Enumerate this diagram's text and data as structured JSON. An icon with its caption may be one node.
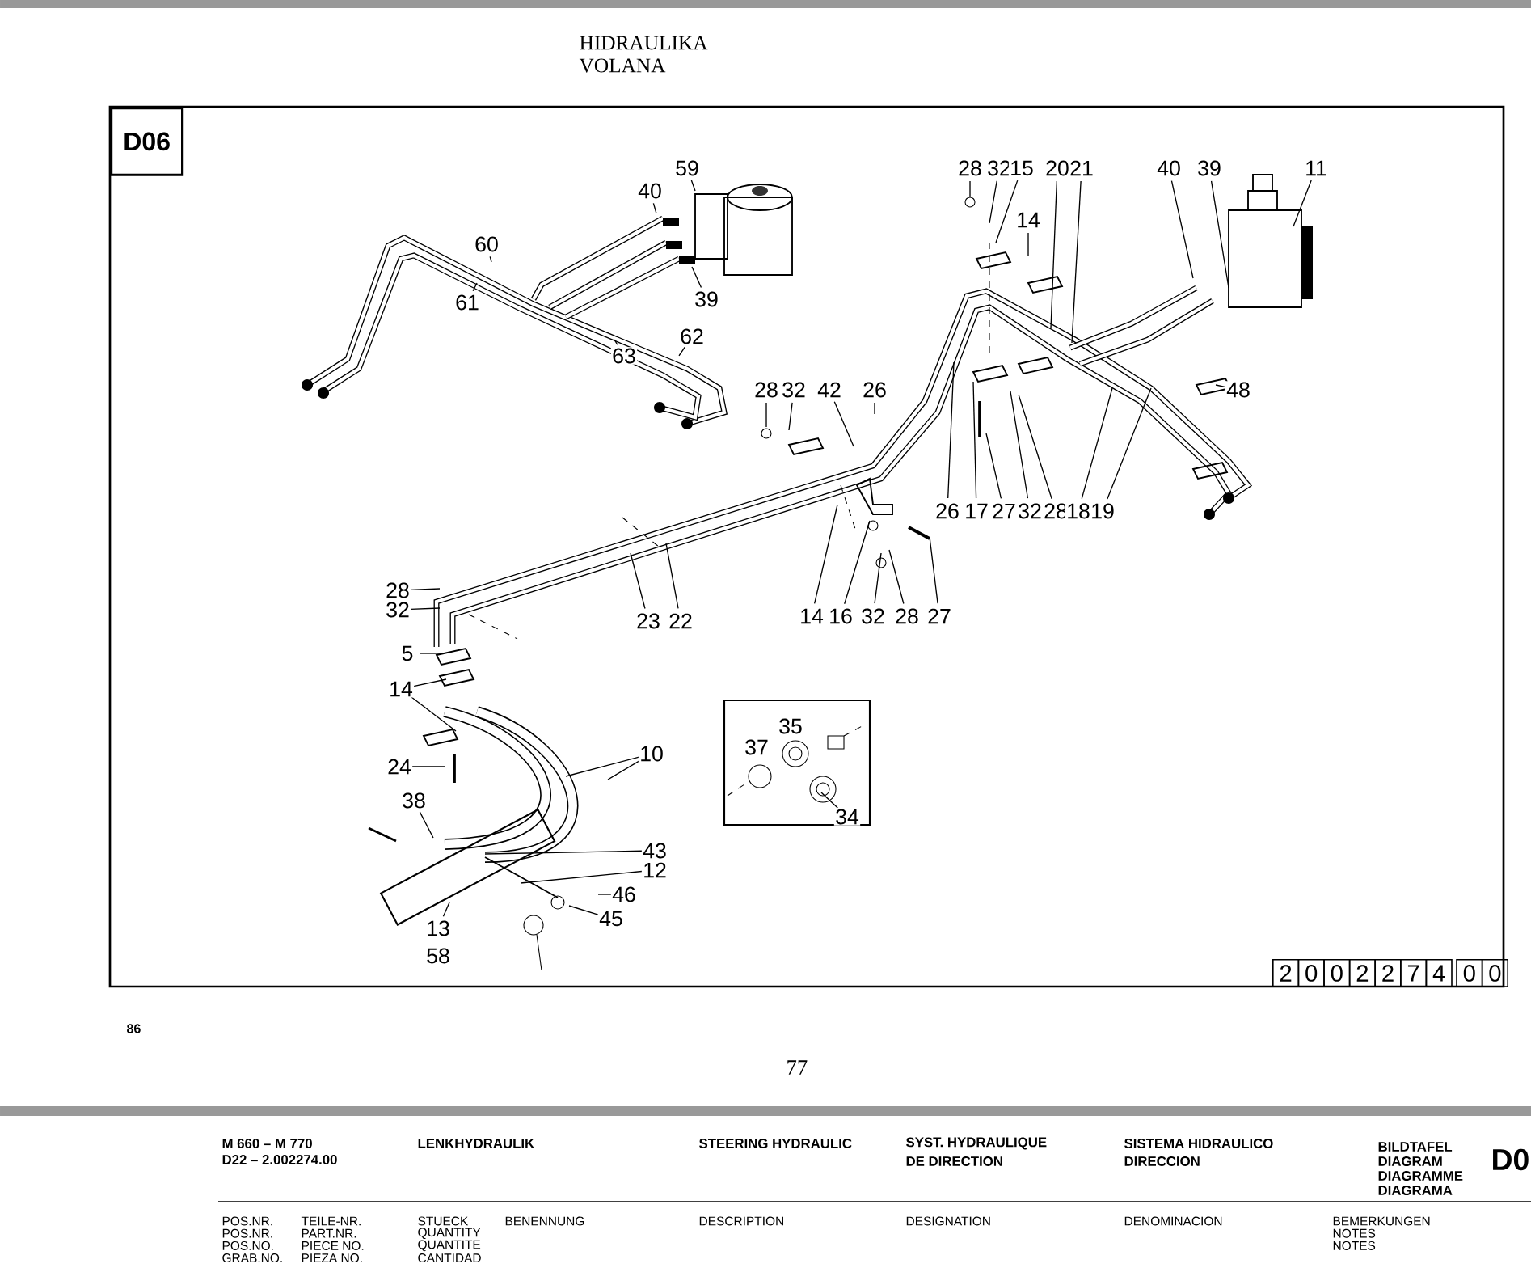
{
  "diagram": {
    "title": "HIDRAULIKA VOLANA",
    "nodes": [
      {
        "text": [
          "D06"
        ]
      }
    ],
    "edges": [],
    "labels": [
      "40",
      "59",
      "28",
      "32",
      "15",
      "20",
      "21",
      "40",
      "39",
      "11",
      "14",
      "60",
      "61",
      "39",
      "62",
      "63",
      "28",
      "32",
      "42",
      "26",
      "48",
      "26",
      "17",
      "27",
      "32",
      "28",
      "18",
      "19",
      "28",
      "32",
      "23",
      "22",
      "14",
      "16",
      "32",
      "28",
      "27",
      "5",
      "14",
      "35",
      "10",
      "37",
      "24",
      "38",
      "34",
      "43",
      "12",
      "46",
      "13",
      "45",
      "58",
      "2",
      "0",
      "0",
      "2",
      "2",
      "7",
      "4",
      "0",
      "0",
      "86",
      "77",
      "M 660 – M 770",
      "D22 – 2.002274.00",
      "LENKHYDRAULIK",
      "STEERING HYDRAULIC",
      "SYST. HYDRAULIQUE",
      "DE DIRECTION",
      "SISTEMA HIDRAULICO",
      "DIRECCION",
      "BILDTAFEL",
      "DIAGRAM",
      "DIAGRAMME",
      "DIAGRAMA",
      "D0",
      "POS.NR.",
      "POS.NR.",
      "POS.NO.",
      "GRAB.NO.",
      "TEILE-NR.",
      "PART.NR.",
      "PIECE NO.",
      "PIEZA NO.",
      "STUECK",
      "QUANTITY",
      "QUANTITE",
      "CANTIDAD",
      "BENENNUNG",
      "DESCRIPTION",
      "DESIGNATION",
      "DENOMINACION",
      "BEMERKUNGEN",
      "NOTES",
      "NOTES"
    ]
  }
}
